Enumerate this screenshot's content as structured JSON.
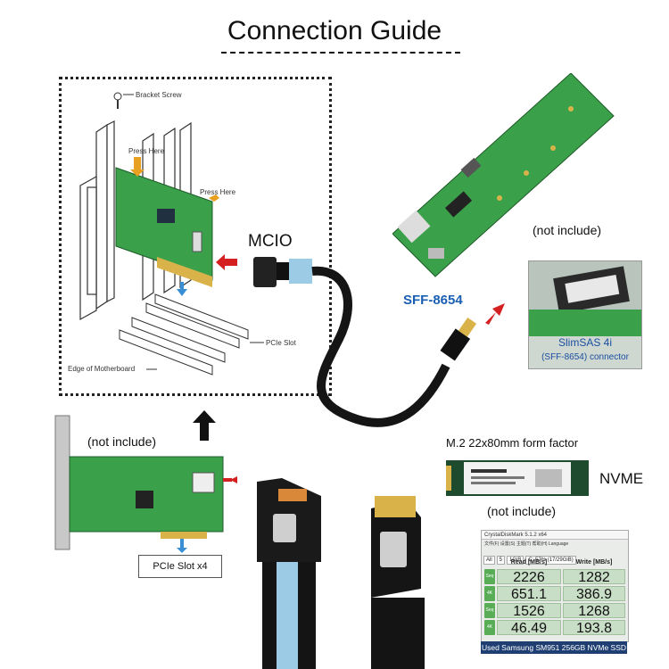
{
  "title": "Connection Guide",
  "diagram": {
    "bracket_screw": "Bracket Screw",
    "press_here_1": "Press Here",
    "press_here_2": "Press Here",
    "pcie_slot": "PCIe Slot",
    "edge_of_motherboard": "Edge of Motherboard"
  },
  "labels": {
    "mcio": "MCIO",
    "sff": "SFF-8654",
    "not_include_top": "(not include)",
    "not_include_left": "(not include)",
    "not_include_nvme": "(not include)",
    "m2_factor": "M.2 22x80mm form factor",
    "nvme": "NVME",
    "pcie_slot_x4": "PCIe Slot x4"
  },
  "inset": {
    "line1": "SlimSAS 4i",
    "line2": "(SFF-8654) connector"
  },
  "benchmark": {
    "window_title": "CrystalDiskMark 5.1.2 x64",
    "menu": "文件(F) 设置(S) 主题(T) 帮助(H) Language",
    "controls": [
      "All",
      "5",
      "1GiB",
      "C: 57% (17/29GiB)"
    ],
    "read_header": "Read [MB/s]",
    "write_header": "Write [MB/s]",
    "rows": [
      {
        "button": "Seq Q32T1",
        "read": "2226",
        "write": "1282"
      },
      {
        "button": "4K Q32T1",
        "read": "651.1",
        "write": "386.9"
      },
      {
        "button": "Seq",
        "read": "1526",
        "write": "1268"
      },
      {
        "button": "4K",
        "read": "46.49",
        "write": "193.8"
      }
    ],
    "caption": "Used Samsung SM951 256GB NVMe SSD"
  },
  "colors": {
    "pcb": "#3aa04a",
    "red_arrow": "#d42020",
    "blue_text": "#1a5fb4",
    "tape": "#9ccbe6",
    "cable": "#151515"
  }
}
